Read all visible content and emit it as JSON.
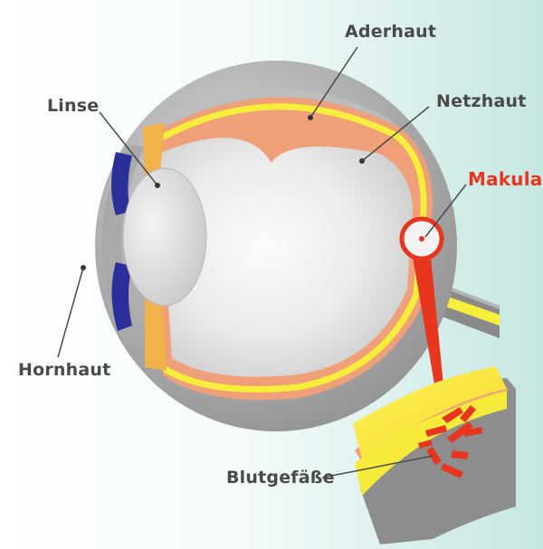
{
  "labels": {
    "aderhaut": "Aderhaut",
    "linse": "Linse",
    "netzhaut": "Netzhaut",
    "makula": "Makula",
    "hornhaut": "Hornhaut",
    "blutgefaesse": "Blutgefäße"
  },
  "colors": {
    "background_tint": "#cfe9e6",
    "sclera_gray": "#9c9c9c",
    "choroid_orange": "#f0a078",
    "retina_yellow": "#f6ee3a",
    "macula_highlight": "#e8351e",
    "iris_blue": "#2a2f9a",
    "label_text": "#4a4a4a"
  }
}
